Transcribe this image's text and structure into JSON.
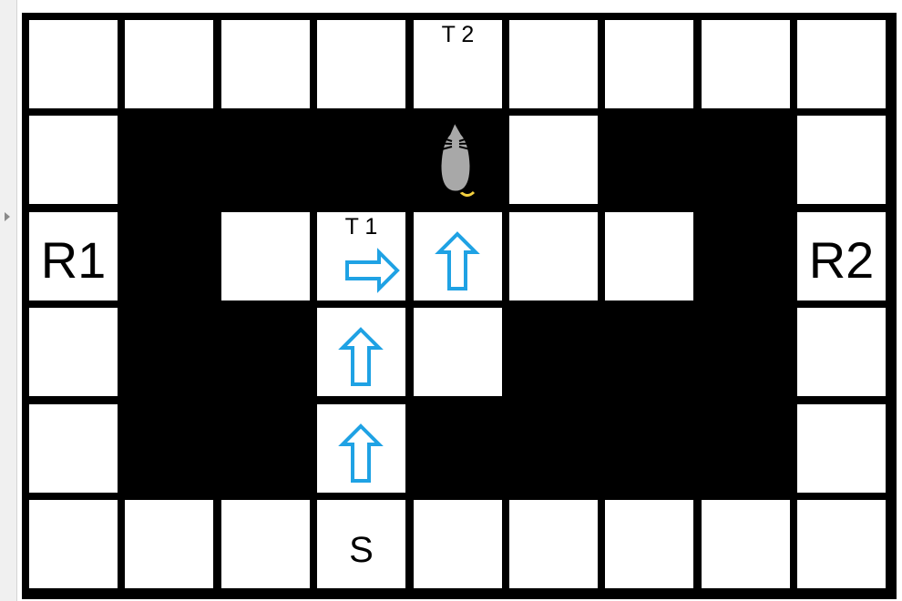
{
  "grid": {
    "rows": 6,
    "cols": 9,
    "layout": [
      ".........",
      ".####.##.",
      ".#.....#.",
      ".##..###.",
      ".##.####.",
      "........."
    ]
  },
  "labels": [
    {
      "id": "R1",
      "text": "R1",
      "row": 2,
      "col": 0,
      "style": "big"
    },
    {
      "id": "R2",
      "text": "R2",
      "row": 2,
      "col": 8,
      "style": "big"
    },
    {
      "id": "T1",
      "text": "T 1",
      "row": 2,
      "col": 3,
      "style": "small"
    },
    {
      "id": "T2",
      "text": "T 2",
      "row": 0,
      "col": 4,
      "style": "small"
    },
    {
      "id": "S",
      "text": "S",
      "row": 5,
      "col": 3,
      "style": "s"
    }
  ],
  "arrows": [
    {
      "row": 4,
      "col": 3,
      "dir": "up"
    },
    {
      "row": 3,
      "col": 3,
      "dir": "up"
    },
    {
      "row": 2,
      "col": 3,
      "dir": "right"
    },
    {
      "row": 2,
      "col": 4,
      "dir": "up"
    }
  ],
  "mouse": {
    "row": 1,
    "col": 4,
    "icon": "mouse-icon"
  },
  "colors": {
    "wall": "#000000",
    "open": "#ffffff",
    "arrow": "#1fa2e4",
    "mouse_body": "#a8a8a8",
    "mouse_tail": "#f4d03f"
  }
}
